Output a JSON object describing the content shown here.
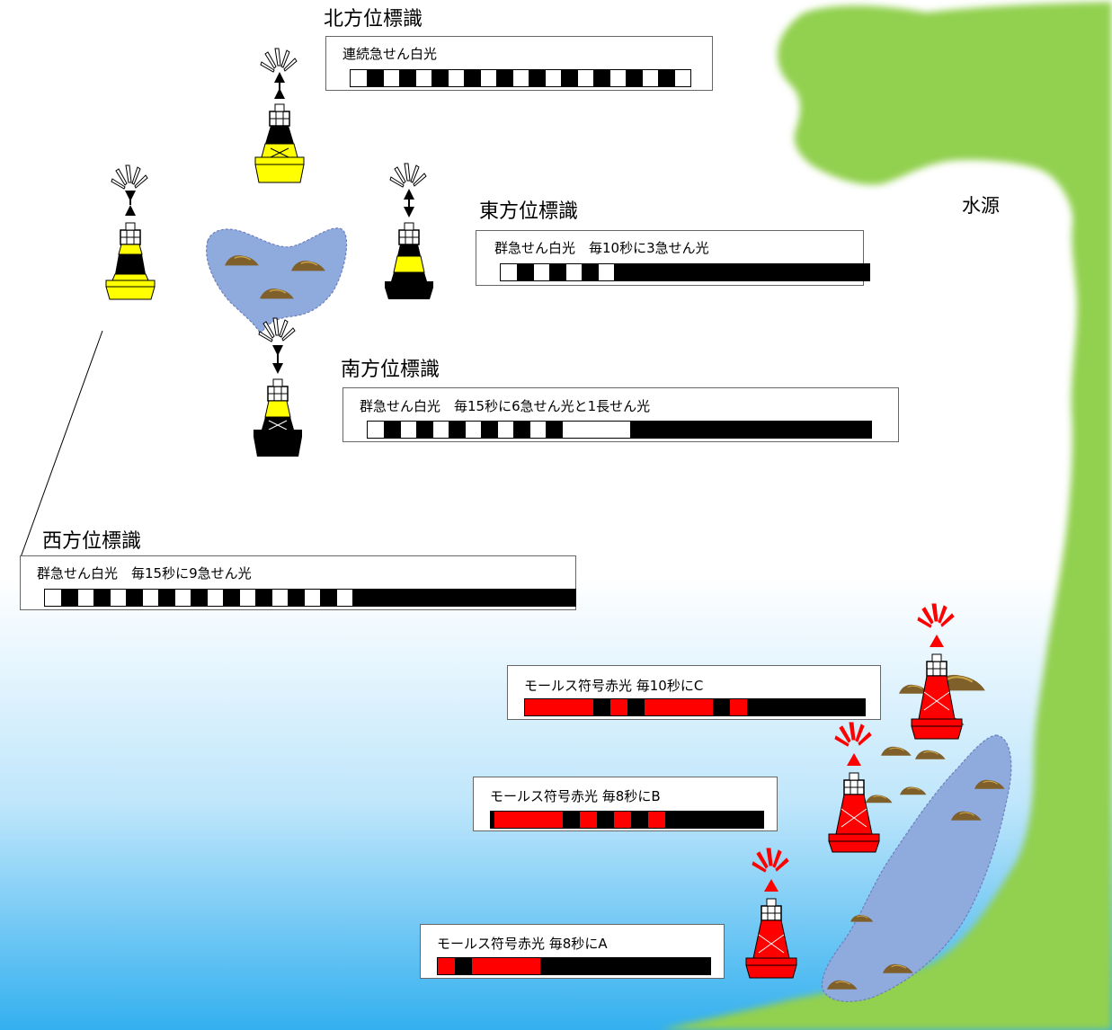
{
  "land_label": "水源",
  "colors": {
    "land": "#92d050",
    "sea_top": "#ffffff",
    "sea_bottom": "#33b0ef",
    "shoal": "#8faadc",
    "rock": "#7f5f2a",
    "yellow": "#ffff00",
    "red": "#ff0000",
    "black": "#000000",
    "white": "#ffffff"
  },
  "cardinal_marks": [
    {
      "id": "north",
      "title": "北方位標識",
      "light": "連続急せん白光",
      "pattern": [
        [
          "w",
          18
        ],
        [
          "b",
          18
        ],
        [
          "w",
          18
        ],
        [
          "b",
          18
        ],
        [
          "w",
          18
        ],
        [
          "b",
          18
        ],
        [
          "w",
          18
        ],
        [
          "b",
          18
        ],
        [
          "w",
          18
        ],
        [
          "b",
          18
        ],
        [
          "w",
          18
        ],
        [
          "b",
          18
        ],
        [
          "w",
          18
        ],
        [
          "b",
          18
        ],
        [
          "w",
          18
        ],
        [
          "b",
          18
        ],
        [
          "w",
          18
        ],
        [
          "b",
          18
        ],
        [
          "w",
          18
        ],
        [
          "b",
          18
        ],
        [
          "w",
          18
        ]
      ]
    },
    {
      "id": "east",
      "title": "東方位標識",
      "light": "群急せん白光　毎10秒に3急せん光",
      "pattern": [
        [
          "w",
          18
        ],
        [
          "b",
          18
        ],
        [
          "w",
          18
        ],
        [
          "b",
          18
        ],
        [
          "w",
          18
        ],
        [
          "b",
          18
        ],
        [
          "w",
          18
        ],
        [
          "b",
          284
        ]
      ]
    },
    {
      "id": "south",
      "title": "南方位標識",
      "light": "群急せん白光　毎15秒に6急せん光と1長せん光",
      "pattern": [
        [
          "w",
          18
        ],
        [
          "b",
          18
        ],
        [
          "w",
          18
        ],
        [
          "b",
          18
        ],
        [
          "w",
          18
        ],
        [
          "b",
          18
        ],
        [
          "w",
          18
        ],
        [
          "b",
          18
        ],
        [
          "w",
          18
        ],
        [
          "b",
          18
        ],
        [
          "w",
          18
        ],
        [
          "b",
          18
        ],
        [
          "w",
          76
        ],
        [
          "b",
          268
        ]
      ]
    },
    {
      "id": "west",
      "title": "西方位標識",
      "light": "群急せん白光　毎15秒に9急せん光",
      "pattern": [
        [
          "w",
          18
        ],
        [
          "b",
          18
        ],
        [
          "w",
          18
        ],
        [
          "b",
          18
        ],
        [
          "w",
          18
        ],
        [
          "b",
          18
        ],
        [
          "w",
          18
        ],
        [
          "b",
          18
        ],
        [
          "w",
          18
        ],
        [
          "b",
          18
        ],
        [
          "w",
          18
        ],
        [
          "b",
          18
        ],
        [
          "w",
          18
        ],
        [
          "b",
          18
        ],
        [
          "w",
          18
        ],
        [
          "b",
          18
        ],
        [
          "w",
          18
        ],
        [
          "b",
          18
        ],
        [
          "w",
          18
        ],
        [
          "b",
          248
        ]
      ]
    }
  ],
  "lateral_marks": [
    {
      "id": "morse-c",
      "light": "モールス符号赤光 毎10秒にC",
      "pattern": [
        [
          "r",
          76
        ],
        [
          "k",
          19
        ],
        [
          "r",
          19
        ],
        [
          "k",
          19
        ],
        [
          "r",
          76
        ],
        [
          "k",
          19
        ],
        [
          "r",
          19
        ],
        [
          "k",
          131
        ]
      ]
    },
    {
      "id": "morse-b",
      "light": "モールス符号赤光 毎8秒にB",
      "pattern": [
        [
          "k",
          4
        ],
        [
          "r",
          76
        ],
        [
          "k",
          19
        ],
        [
          "r",
          19
        ],
        [
          "k",
          19
        ],
        [
          "r",
          19
        ],
        [
          "k",
          19
        ],
        [
          "r",
          19
        ],
        [
          "k",
          109
        ]
      ]
    },
    {
      "id": "morse-a",
      "light": "モールス符号赤光 毎8秒にA",
      "pattern": [
        [
          "r",
          19
        ],
        [
          "k",
          19
        ],
        [
          "r",
          76
        ],
        [
          "k",
          189
        ]
      ]
    }
  ]
}
